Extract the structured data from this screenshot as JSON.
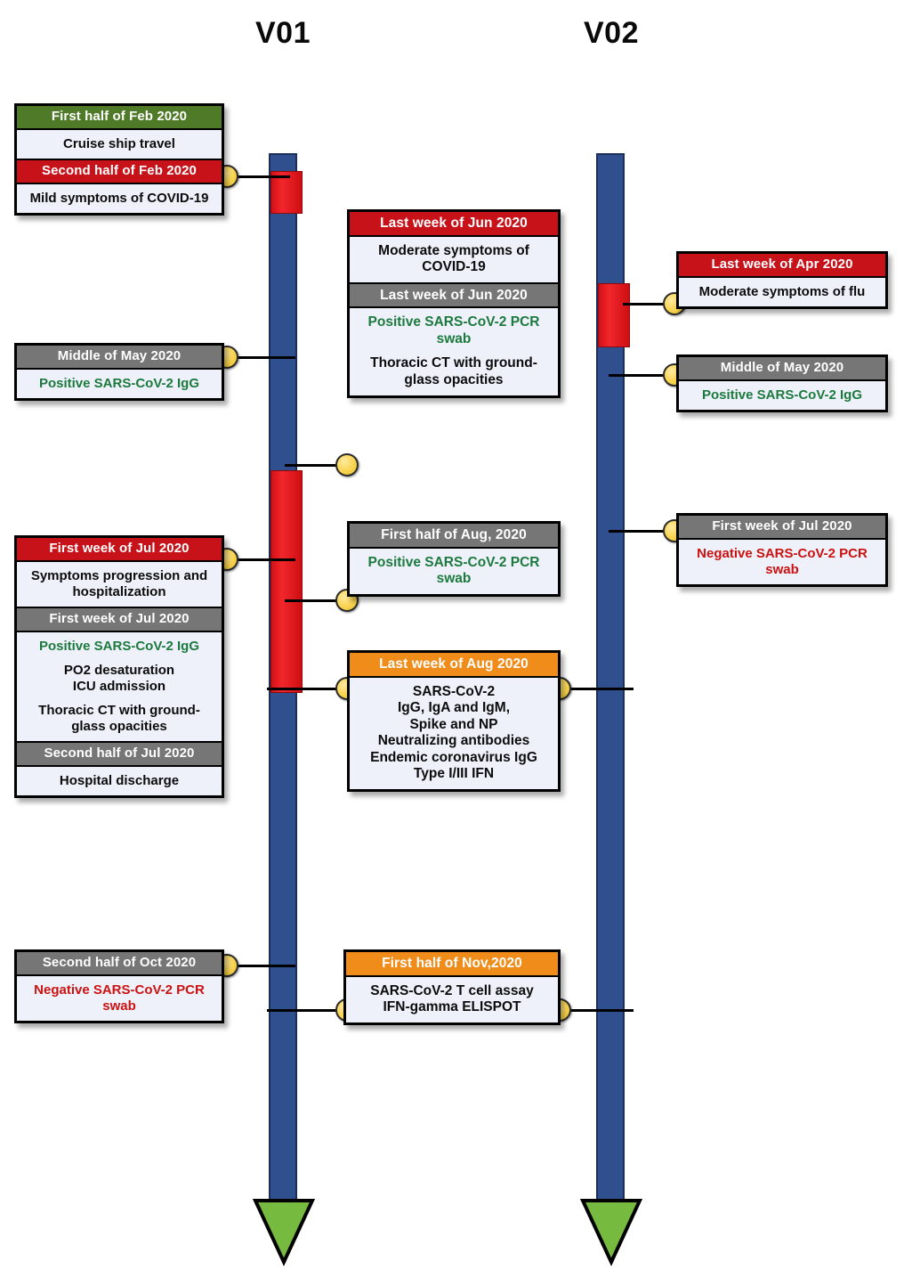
{
  "figure": {
    "type": "clinical-timeline-diagram",
    "columns": [
      {
        "id": "V01",
        "label": "V01"
      },
      {
        "id": "V02",
        "label": "V02"
      }
    ],
    "legend_colors": {
      "timeline_blue": "#2f4f8e",
      "infection_red": "#d41016",
      "exposure_green_header": "#4f7a28",
      "symptom_red_header": "#c8121a",
      "lab_gray_header": "#767676",
      "assay_orange_header": "#f08c1a",
      "card_body": "#eef1f9",
      "positive_text_green": "#1c7a3e",
      "negative_text_red": "#cc1111",
      "arrow_green": "#76bb3f",
      "connector_dot": "#f8d44f"
    }
  },
  "v01_events": [
    {
      "name": "feb-2020-card",
      "sections": [
        {
          "kind": "header",
          "tone": "green",
          "text": "First half of Feb 2020"
        },
        {
          "kind": "body",
          "lines": [
            {
              "text": "Cruise ship travel",
              "tone": "black"
            }
          ]
        },
        {
          "kind": "header",
          "tone": "red",
          "text": "Second half of Feb 2020"
        },
        {
          "kind": "body",
          "lines": [
            {
              "text": "Mild symptoms of COVID-19",
              "tone": "black"
            }
          ]
        }
      ]
    },
    {
      "name": "may-2020-card",
      "sections": [
        {
          "kind": "header",
          "tone": "gray",
          "text": "Middle of May 2020"
        },
        {
          "kind": "body",
          "lines": [
            {
              "text": "Positive SARS-CoV-2 IgG",
              "tone": "green"
            }
          ]
        }
      ]
    },
    {
      "name": "jul-2020-card",
      "sections": [
        {
          "kind": "header",
          "tone": "red",
          "text": "First week of Jul 2020"
        },
        {
          "kind": "body",
          "lines": [
            {
              "text": "Symptoms progression and hospitalization",
              "tone": "black"
            }
          ]
        },
        {
          "kind": "header",
          "tone": "gray",
          "text": "First week of Jul 2020"
        },
        {
          "kind": "body",
          "lines": [
            {
              "text": "Positive SARS-CoV-2 IgG",
              "tone": "green"
            },
            {
              "text": "PO2 desaturation",
              "tone": "black",
              "gap_before": true
            },
            {
              "text": "ICU admission",
              "tone": "black"
            },
            {
              "text": "Thoracic CT with ground-glass opacities",
              "tone": "black",
              "gap_before": true
            }
          ]
        },
        {
          "kind": "header",
          "tone": "gray",
          "text": "Second half of Jul 2020"
        },
        {
          "kind": "body",
          "lines": [
            {
              "text": "Hospital discharge",
              "tone": "black"
            }
          ]
        }
      ]
    },
    {
      "name": "oct-2020-card",
      "sections": [
        {
          "kind": "header",
          "tone": "gray",
          "text": "Second half of Oct 2020"
        },
        {
          "kind": "body",
          "lines": [
            {
              "text": "Negative SARS-CoV-2 PCR swab",
              "tone": "red"
            }
          ]
        }
      ]
    }
  ],
  "center_events": [
    {
      "name": "jun-2020-card",
      "sections": [
        {
          "kind": "header",
          "tone": "red",
          "text": "Last week of Jun 2020"
        },
        {
          "kind": "body",
          "lines": [
            {
              "text": "Moderate symptoms of COVID-19",
              "tone": "black"
            }
          ]
        },
        {
          "kind": "header",
          "tone": "gray",
          "text": "Last week of Jun 2020"
        },
        {
          "kind": "body",
          "lines": [
            {
              "text": "Positive SARS-CoV-2 PCR swab",
              "tone": "green"
            },
            {
              "text": "Thoracic CT with ground-glass opacities",
              "tone": "black",
              "gap_before": true
            }
          ]
        }
      ]
    },
    {
      "name": "aug-first-half-card",
      "sections": [
        {
          "kind": "header",
          "tone": "gray",
          "text": "First half of Aug, 2020"
        },
        {
          "kind": "body",
          "lines": [
            {
              "text": "Positive SARS-CoV-2 PCR swab",
              "tone": "green"
            }
          ]
        }
      ]
    },
    {
      "name": "aug-last-week-card",
      "sections": [
        {
          "kind": "header",
          "tone": "orange",
          "text": "Last week of Aug 2020"
        },
        {
          "kind": "body",
          "lines": [
            {
              "text": "SARS-CoV-2",
              "tone": "black"
            },
            {
              "text": "IgG, IgA and IgM,",
              "tone": "black"
            },
            {
              "text": "Spike and NP",
              "tone": "black"
            },
            {
              "text": "Neutralizing antibodies",
              "tone": "black"
            },
            {
              "text": "Endemic  coronavirus IgG",
              "tone": "black"
            },
            {
              "text": "Type I/III IFN",
              "tone": "black"
            }
          ]
        }
      ]
    },
    {
      "name": "nov-2020-card",
      "sections": [
        {
          "kind": "header",
          "tone": "orange",
          "text": "First half of Nov,2020"
        },
        {
          "kind": "body",
          "lines": [
            {
              "text": "SARS-CoV-2 T cell assay",
              "tone": "black"
            },
            {
              "text": "IFN-gamma ELISPOT",
              "tone": "black"
            }
          ]
        }
      ]
    }
  ],
  "v02_events": [
    {
      "name": "apr-2020-card",
      "sections": [
        {
          "kind": "header",
          "tone": "red",
          "text": "Last week of Apr 2020"
        },
        {
          "kind": "body",
          "lines": [
            {
              "text": "Moderate symptoms of flu",
              "tone": "black"
            }
          ]
        }
      ]
    },
    {
      "name": "may-2020-card",
      "sections": [
        {
          "kind": "header",
          "tone": "gray",
          "text": "Middle of May 2020"
        },
        {
          "kind": "body",
          "lines": [
            {
              "text": "Positive SARS-CoV-2 IgG",
              "tone": "green"
            }
          ]
        }
      ]
    },
    {
      "name": "jul-2020-card",
      "sections": [
        {
          "kind": "header",
          "tone": "gray",
          "text": "First week of Jul 2020"
        },
        {
          "kind": "body",
          "lines": [
            {
              "text": "Negative SARS-CoV-2 PCR swab",
              "tone": "red"
            }
          ]
        }
      ]
    }
  ]
}
